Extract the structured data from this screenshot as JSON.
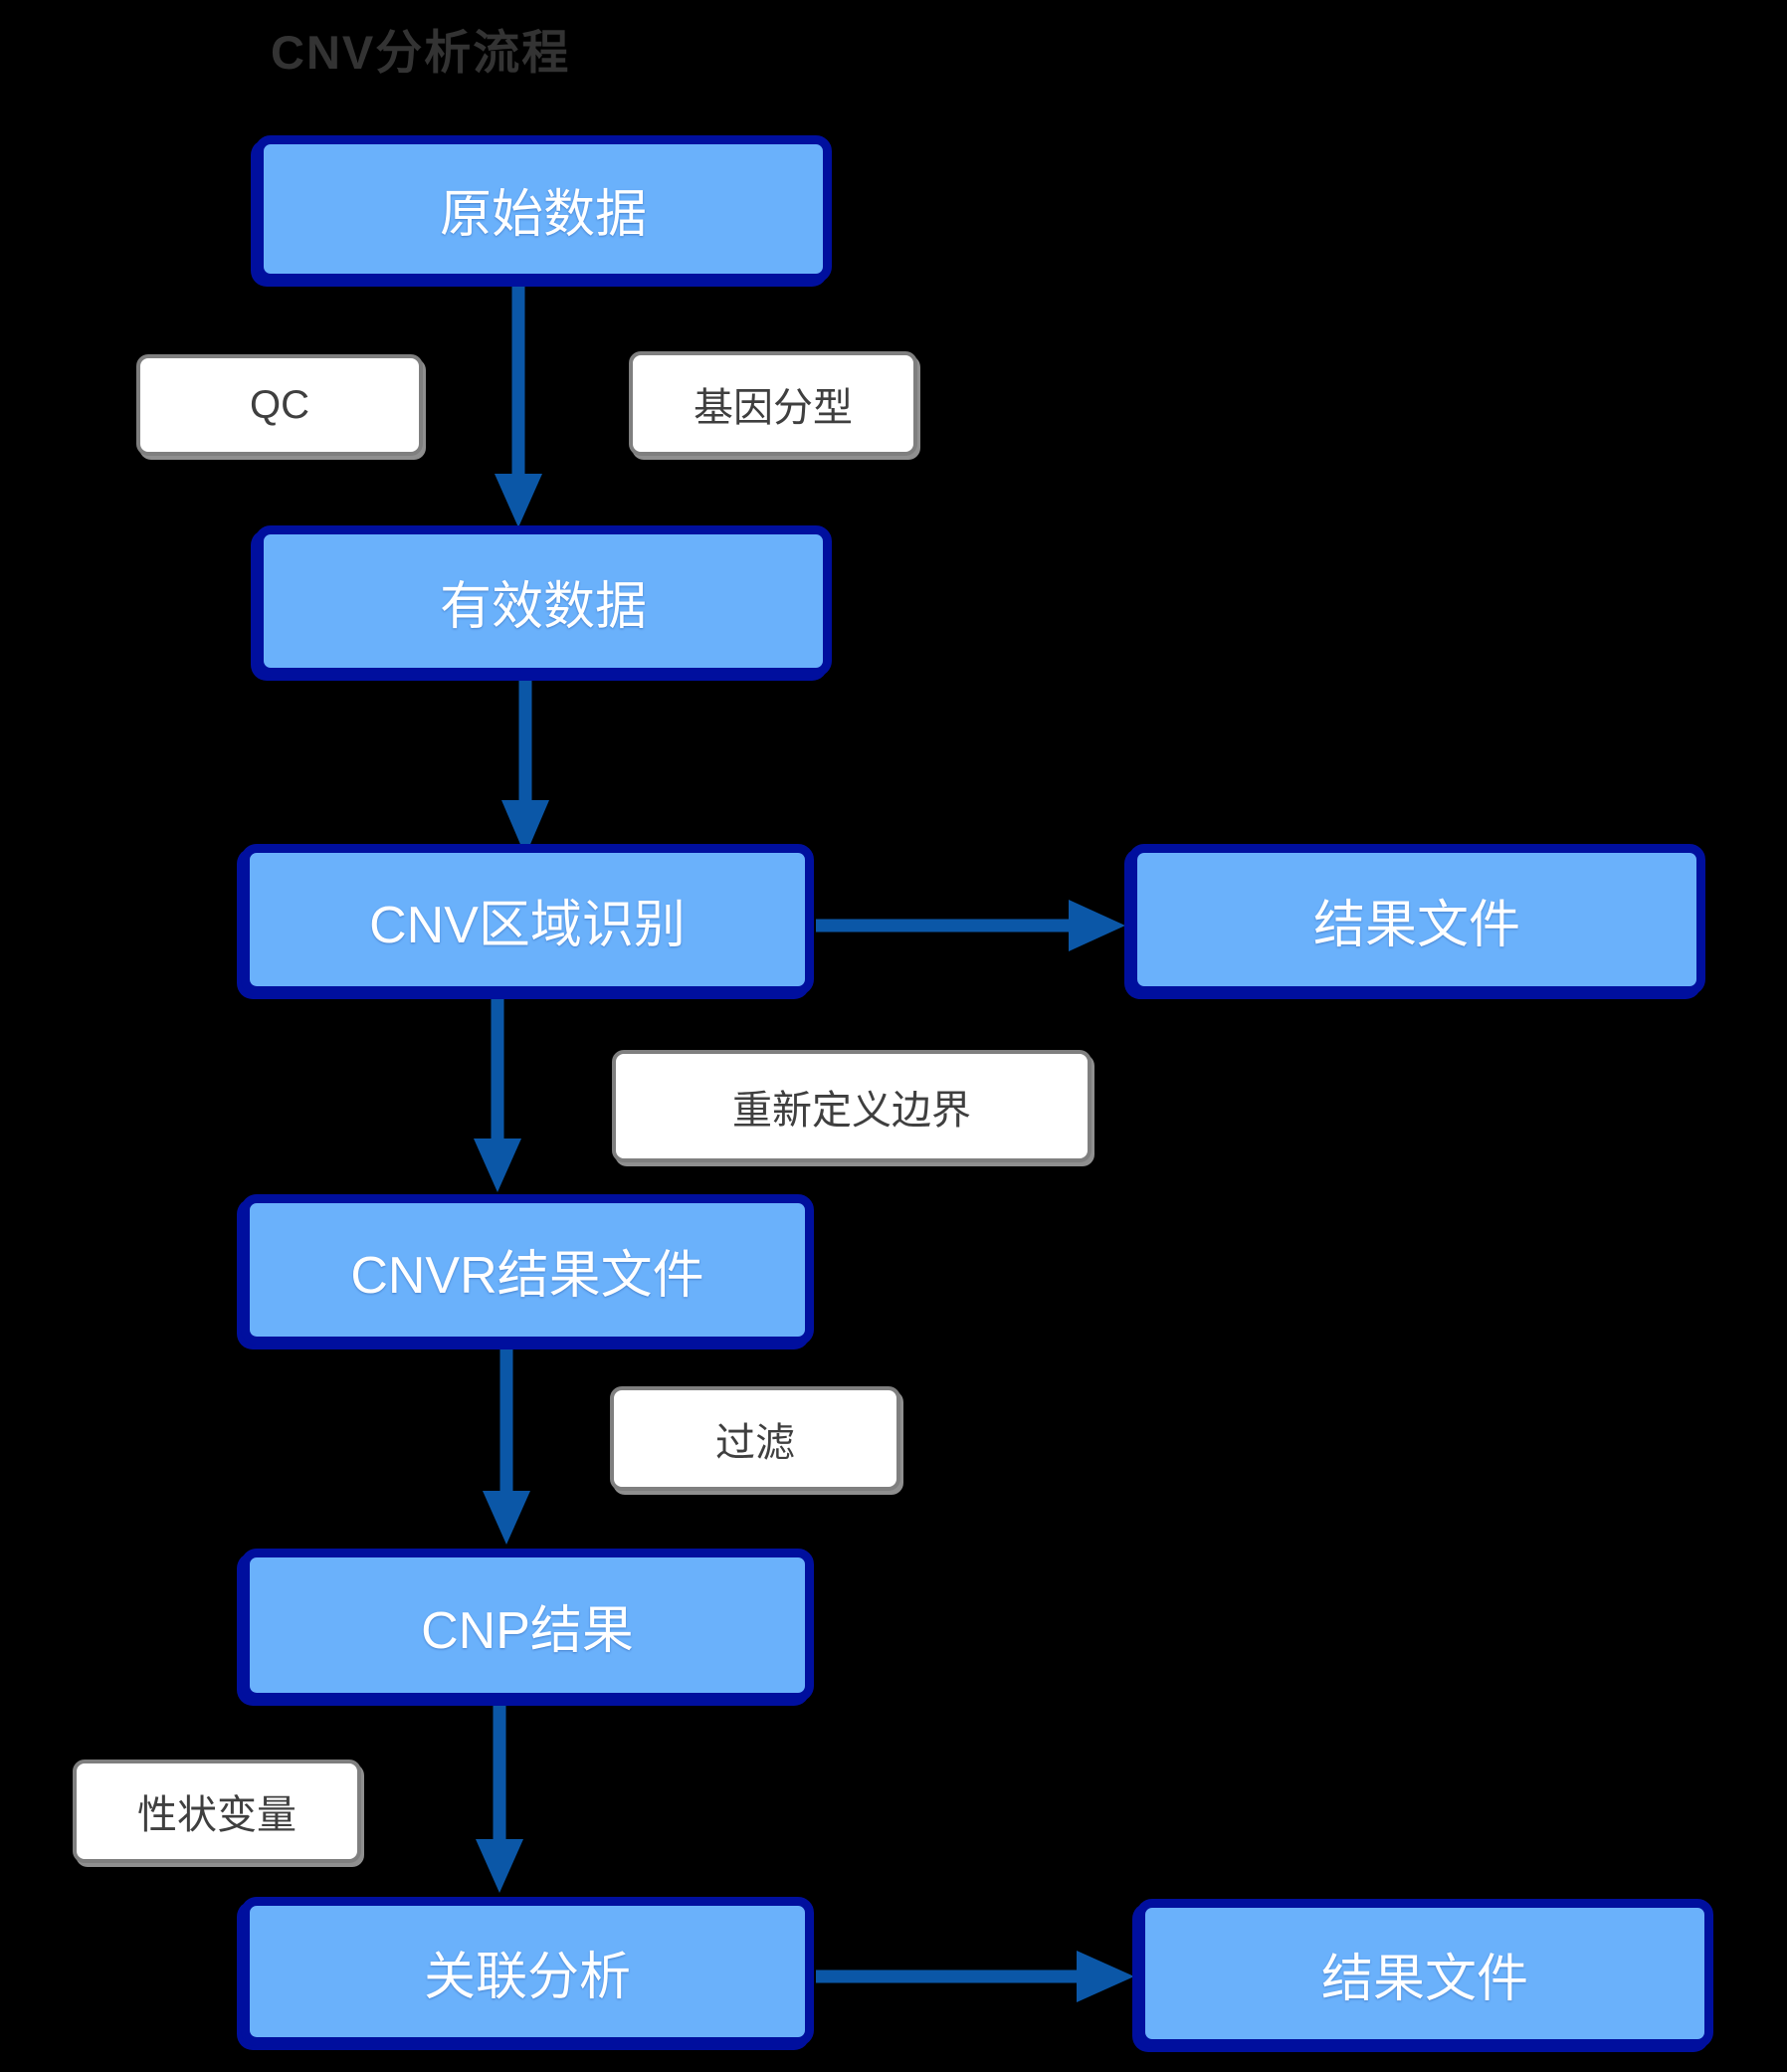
{
  "title": "CNV分析流程",
  "colors": {
    "background": "#000000",
    "title_text": "#333333",
    "node_fill": "#6AB1FB",
    "node_border": "#000F9E",
    "node_text": "#FFFFFF",
    "edge_label_fill": "#FFFFFF",
    "edge_label_border": "#7F7F7F",
    "edge_label_text": "#3F3F3F",
    "arrow": "#0B57A7"
  },
  "nodes": {
    "raw_data": {
      "label": "原始数据"
    },
    "valid_data": {
      "label": "有效数据"
    },
    "cnv_region": {
      "label": "CNV区域识别"
    },
    "result_file_1": {
      "label": "结果文件"
    },
    "cnvr_result": {
      "label": "CNVR结果文件"
    },
    "cnp_result": {
      "label": "CNP结果"
    },
    "association": {
      "label": "关联分析"
    },
    "result_file_2": {
      "label": "结果文件"
    }
  },
  "edge_labels": {
    "qc": "QC",
    "genotyping": "基因分型",
    "redefine_boundary": "重新定义边界",
    "filter": "过滤",
    "trait_variable": "性状变量"
  },
  "edges": [
    {
      "from": "raw_data",
      "to": "valid_data",
      "labels": [
        "QC",
        "基因分型"
      ]
    },
    {
      "from": "valid_data",
      "to": "cnv_region",
      "labels": []
    },
    {
      "from": "cnv_region",
      "to": "result_file_1",
      "labels": []
    },
    {
      "from": "cnv_region",
      "to": "cnvr_result",
      "labels": [
        "重新定义边界"
      ]
    },
    {
      "from": "cnvr_result",
      "to": "cnp_result",
      "labels": [
        "过滤"
      ]
    },
    {
      "from": "cnp_result",
      "to": "association",
      "labels": [
        "性状变量"
      ]
    },
    {
      "from": "association",
      "to": "result_file_2",
      "labels": []
    }
  ]
}
